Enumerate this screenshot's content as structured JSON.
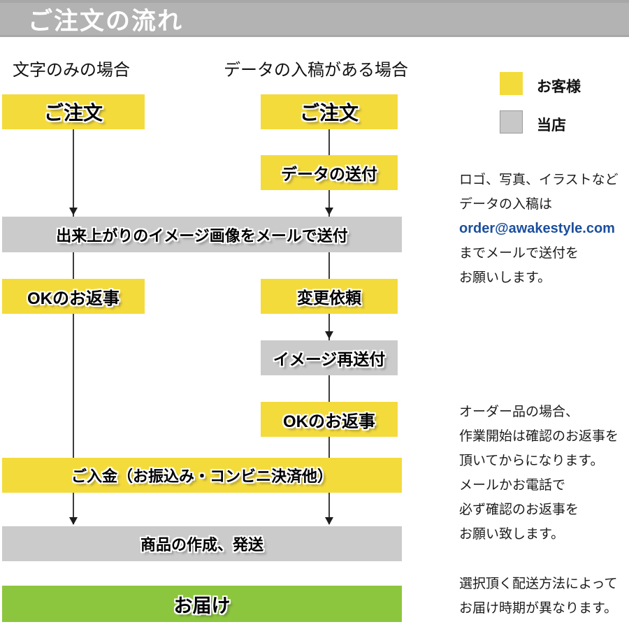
{
  "page_title": "ご注文の流れ",
  "columns": {
    "left_heading": "文字のみの場合",
    "right_heading": "データの入稿がある場合"
  },
  "legend": {
    "customer_label": "お客様",
    "shop_label": "当店",
    "customer_color": "#f4db3c",
    "shop_color": "#c8c8c8"
  },
  "flow": {
    "nodes": [
      {
        "id": "order-left",
        "label": "ご注文",
        "actor": "customer"
      },
      {
        "id": "order-right",
        "label": "ご注文",
        "actor": "customer"
      },
      {
        "id": "data-send",
        "label": "データの送付",
        "actor": "customer"
      },
      {
        "id": "image-mail",
        "label": "出来上がりのイメージ画像をメールで送付",
        "actor": "shop"
      },
      {
        "id": "ok-reply-left",
        "label": "OKのお返事",
        "actor": "customer"
      },
      {
        "id": "change-request",
        "label": "変更依頼",
        "actor": "customer"
      },
      {
        "id": "image-resend",
        "label": "イメージ再送付",
        "actor": "shop"
      },
      {
        "id": "ok-reply-right",
        "label": "OKのお返事",
        "actor": "customer"
      },
      {
        "id": "payment",
        "label": "ご入金（お振込み・コンビニ決済他）",
        "actor": "customer"
      },
      {
        "id": "production",
        "label": "商品の作成、発送",
        "actor": "shop"
      },
      {
        "id": "delivery",
        "label": "お届け",
        "actor": "delivery"
      }
    ]
  },
  "notes": {
    "submission": {
      "line1": "ロゴ、写真、イラストなど",
      "line2": "データの入稿は",
      "email": "order@awakestyle.com",
      "line3": "までメールで送付を",
      "line4": "お願いします。",
      "email_color": "#1b4f9e"
    },
    "confirmation": {
      "line1": "オーダー品の場合、",
      "line2": "作業開始は確認のお返事を",
      "line3": "頂いてからになります。",
      "line4": "メールかお電話で",
      "line5": "必ず確認のお返事を",
      "line6": "お願い致します。"
    },
    "shipping": {
      "line1": "選択頂く配送方法によって",
      "line2": "お届け時期が異なります。"
    }
  }
}
